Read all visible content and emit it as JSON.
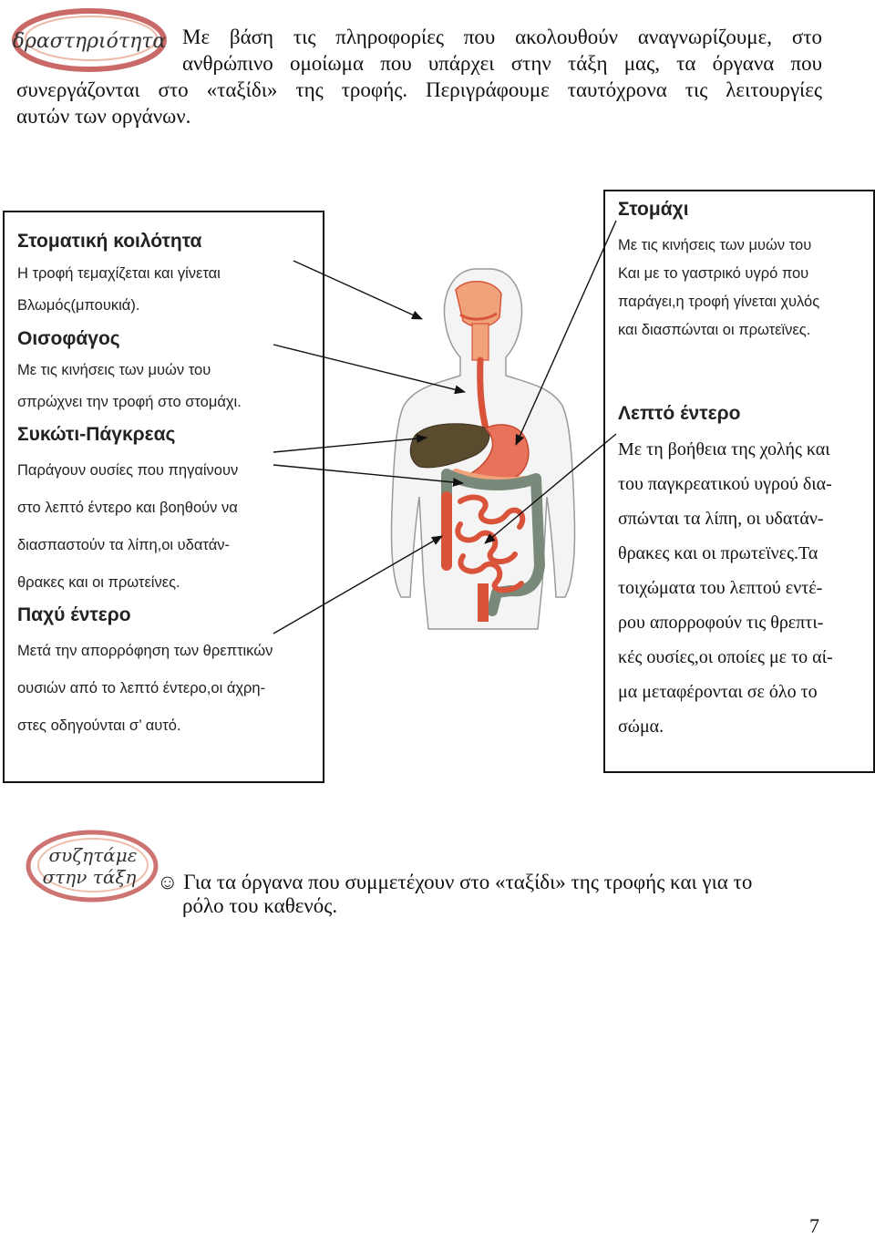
{
  "activity_logo": {
    "label": "δραστηριότητα"
  },
  "intro": {
    "line1": "Με βάση τις πληροφορίες που ακολουθούν αναγνωρίζουμε, στο",
    "line2": "ανθρώπινο ομοίωμα που υπάρχει στην τάξη μας, τα όργανα που",
    "line3": "συνεργάζονται στο «ταξίδι» της τροφής. Περιγράφουμε ταυτόχρονα τις λειτουργίες",
    "line4": "αυτών των οργάνων."
  },
  "left_box": {
    "mouth": {
      "title": "Στοματική κοιλότητα",
      "line1": "Η τροφή τεμαχίζεται και γίνεται",
      "line2": "Βλωμός(μπουκιά)."
    },
    "esophagus": {
      "title": "Οισοφάγος",
      "line1": "Με τις κινήσεις των μυών του",
      "line2": "σπρώχνει την τροφή στο στομάχι."
    },
    "liver_pancreas": {
      "title": "Συκώτι-Πάγκρεας",
      "line1": "Παράγουν ουσίες που πηγαίνουν",
      "line2": "στο λεπτό έντερο και βοηθούν να",
      "line3": "διασπαστούν τα λίπη,οι υδατάν-",
      "line4": "θρακες και οι πρωτείνες."
    },
    "large_intestine": {
      "title": "Παχύ έντερο",
      "line1": "Μετά την απορρόφηση των θρεπτικών",
      "line2": "ουσιών από το λεπτό έντερο,οι άχρη-",
      "line3": "στες οδηγούνται σ’ αυτό."
    }
  },
  "right_box": {
    "stomach": {
      "title": "Στομάχι",
      "line1": "Με τις κινήσεις των μυών του",
      "line2": "Και με το γαστρικό υγρό που",
      "line3": "παράγει,η τροφή γίνεται χυλός",
      "line4": "και διασπώνται οι πρωτεϊνες."
    },
    "small_intestine": {
      "title": "Λεπτό έντερο",
      "line1": "Με τη βοήθεια της χολής και",
      "line2": "του παγκρεατικού υγρού δια-",
      "line3": "σπώνται τα λίπη, οι υδατάν-",
      "line4": "θρακες και οι πρωτεϊνες.Τα",
      "line5": "τοιχώματα του λεπτού εντέ-",
      "line6": "ρου απορροφούν τις θρεπτι-",
      "line7": "κές ουσίες,οι οποίες με το αί-",
      "line8": "μα μεταφέρονται σε όλο το",
      "line9": "σώμα."
    }
  },
  "discuss_logo": {
    "line1": "συζητάμε",
    "line2": "στην τάξη"
  },
  "discuss": {
    "bullet": "☺",
    "line1": "Για τα όργανα που συμμετέχουν στο «ταξίδι» της τροφής και για το",
    "line2": "ρόλο του καθενός."
  },
  "page_number": "7",
  "colors": {
    "logo_ring": "#c0504d",
    "organ_red": "#d9533a",
    "organ_orange": "#f0a27a",
    "liver": "#5a4a2e",
    "large_intestine": "#7a8a7a",
    "body_outline": "#9a9a9a"
  }
}
